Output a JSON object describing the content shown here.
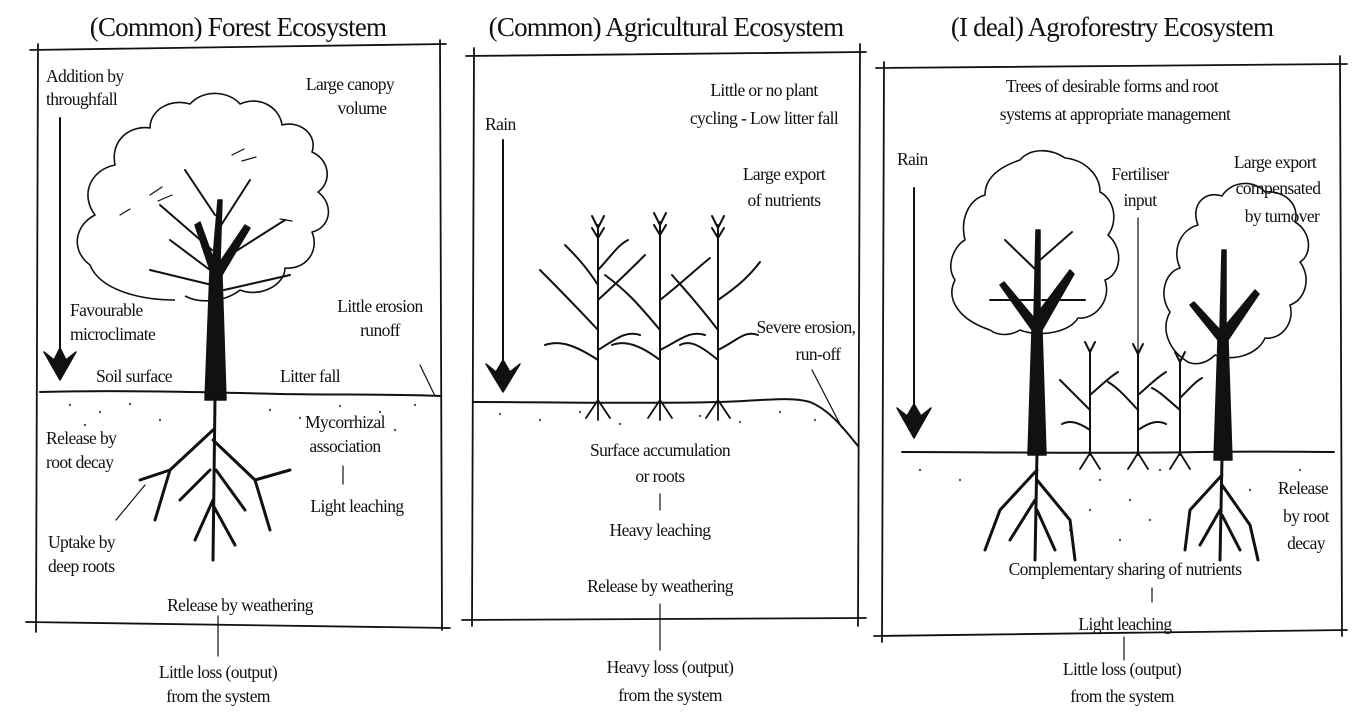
{
  "panels": {
    "forest": {
      "title": "(Common) Forest Ecosystem",
      "addition": [
        "Addition by",
        "throughfall"
      ],
      "canopy": [
        "Large canopy",
        "volume"
      ],
      "microclimate": [
        "Favourable",
        "microclimate"
      ],
      "erosion": [
        "Little erosion",
        "runoff"
      ],
      "soil_surface": "Soil surface",
      "litter_fall": "Litter fall",
      "root_decay": [
        "Release by",
        "root decay"
      ],
      "mycorrhizal": [
        "Mycorrhizal",
        "association"
      ],
      "leaching": "Light leaching",
      "uptake": [
        "Uptake by",
        "deep roots"
      ],
      "weathering": "Release by weathering",
      "loss": [
        "Little loss (output)",
        "from the system"
      ]
    },
    "agricultural": {
      "title": "(Common) Agricultural Ecosystem",
      "rain": "Rain",
      "cycling": [
        "Little or no plant",
        "cycling - Low litter fall"
      ],
      "export": [
        "Large export",
        "of nutrients"
      ],
      "erosion": [
        "Severe erosion,",
        "run-off"
      ],
      "accumulation": [
        "Surface accumulation",
        "or roots"
      ],
      "leaching": "Heavy leaching",
      "weathering": "Release by weathering",
      "loss": [
        "Heavy loss (output)",
        "from the system"
      ]
    },
    "agroforestry": {
      "title": "(I deal) Agroforestry Ecosystem",
      "trees": [
        "Trees of desirable forms and root",
        "systems at appropriate management"
      ],
      "rain": "Rain",
      "fertiliser": [
        "Fertiliser",
        "input"
      ],
      "export": [
        "Large export",
        "compensated",
        "by turnover"
      ],
      "root_decay": [
        "Release",
        "by root",
        "decay"
      ],
      "sharing": "Complementary sharing of nutrients",
      "leaching": "Light leaching",
      "loss": [
        "Little loss (output)",
        "from the system"
      ]
    }
  }
}
